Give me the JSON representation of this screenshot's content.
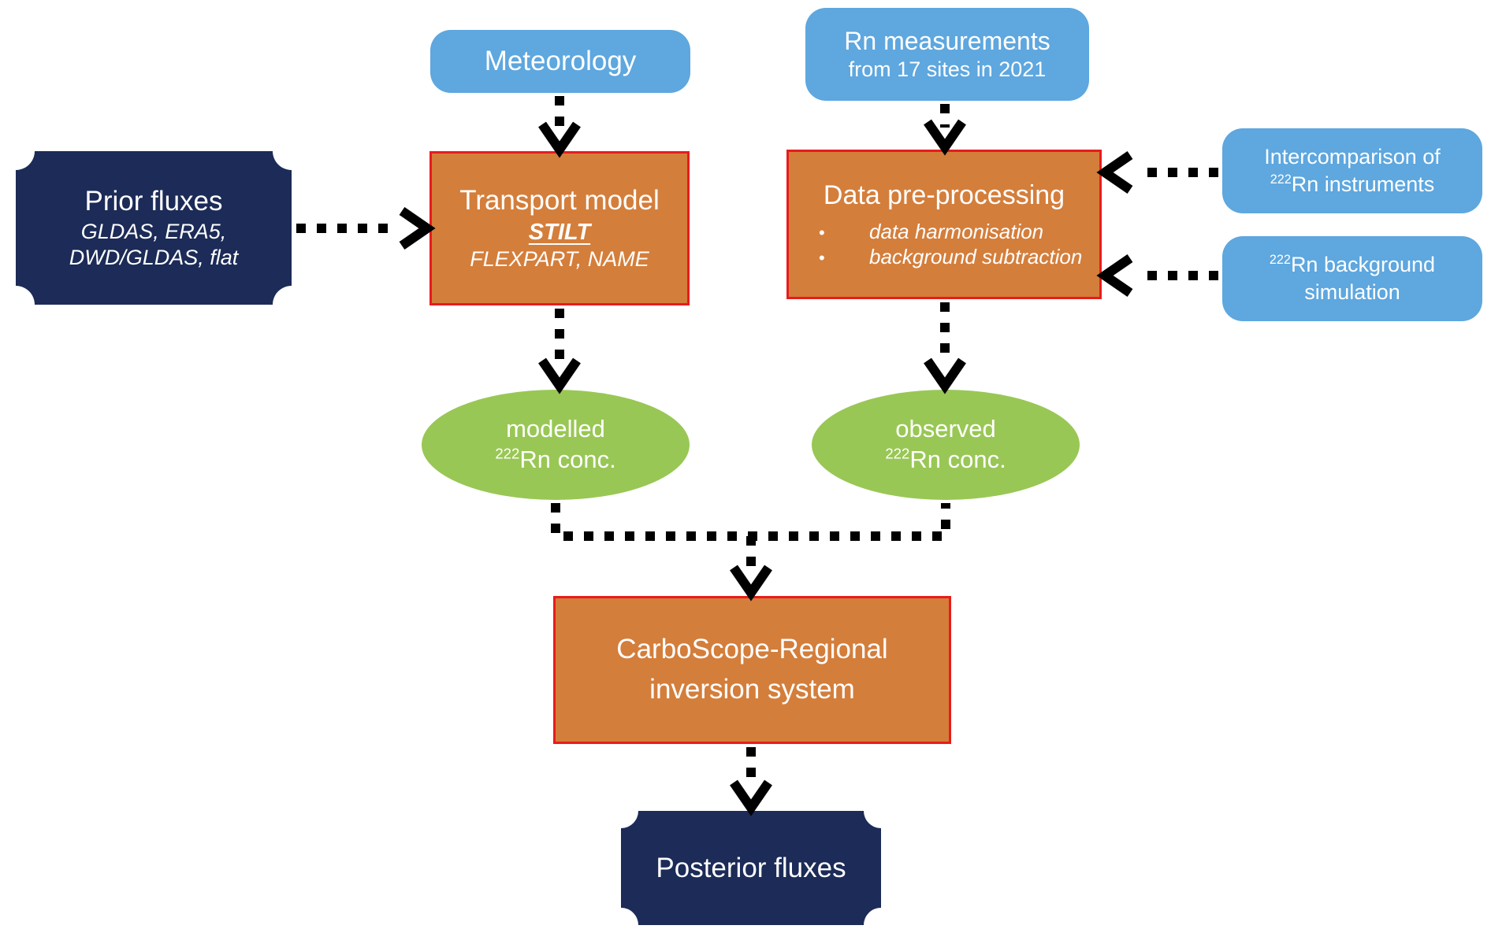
{
  "colors": {
    "blue": "#5EA7DF",
    "orange": "#D47E3B",
    "orange-border": "#E81C1C",
    "navy": "#1C2B57",
    "green": "#99C755",
    "arrow": "#000000",
    "text": "#FFFFFF"
  },
  "nodes": {
    "meteorology": {
      "label": "Meteorology"
    },
    "rn_measurements": {
      "line1": "Rn measurements",
      "line2": "from 17 sites in 2021"
    },
    "prior_fluxes": {
      "title": "Prior fluxes",
      "sub1": "GLDAS, ERA5,",
      "sub2": "DWD/GLDAS, flat"
    },
    "transport_model": {
      "title": "Transport model",
      "highlight": "STILT",
      "sub": "FLEXPART, NAME"
    },
    "data_preprocessing": {
      "title": "Data pre-processing",
      "bullet": "•",
      "items": [
        "data harmonisation",
        "background subtraction"
      ]
    },
    "intercomparison": {
      "line1": "Intercomparison of",
      "sup": "222",
      "line2_rest": "Rn instruments"
    },
    "background_simulation": {
      "sup": "222",
      "line1_rest": "Rn background",
      "line2": "simulation"
    },
    "modelled_conc": {
      "line1": "modelled",
      "sup": "222",
      "line2_rest": "Rn conc."
    },
    "observed_conc": {
      "line1": "observed",
      "sup": "222",
      "line2_rest": "Rn conc."
    },
    "carboscope": {
      "line1": "CarboScope-Regional",
      "line2": "inversion system"
    },
    "posterior_fluxes": {
      "label": "Posterior fluxes"
    }
  }
}
